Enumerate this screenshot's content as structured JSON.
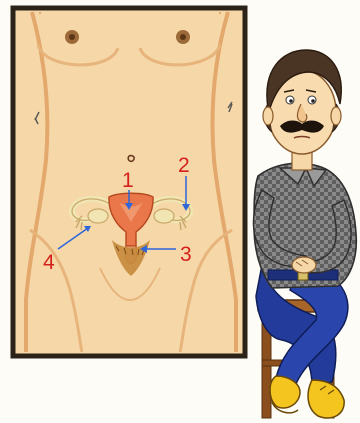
{
  "labels": {
    "one": "1",
    "two": "2",
    "three": "3",
    "four": "4"
  },
  "colors": {
    "background": "#fdfcf6",
    "frame": "#2b2218",
    "skin": "#f6d7a8",
    "skin_shadow": "#e7b57c",
    "uterus": "#e9774a",
    "ovary": "#f1e6b3",
    "label_red": "#d6211b",
    "arrow_blue": "#2f66d8",
    "hair": "#c58a3c",
    "shirt": "#7b7b7b",
    "trousers": "#233c9b",
    "shoes": "#f4c41f",
    "chair": "#8a4f1c"
  }
}
